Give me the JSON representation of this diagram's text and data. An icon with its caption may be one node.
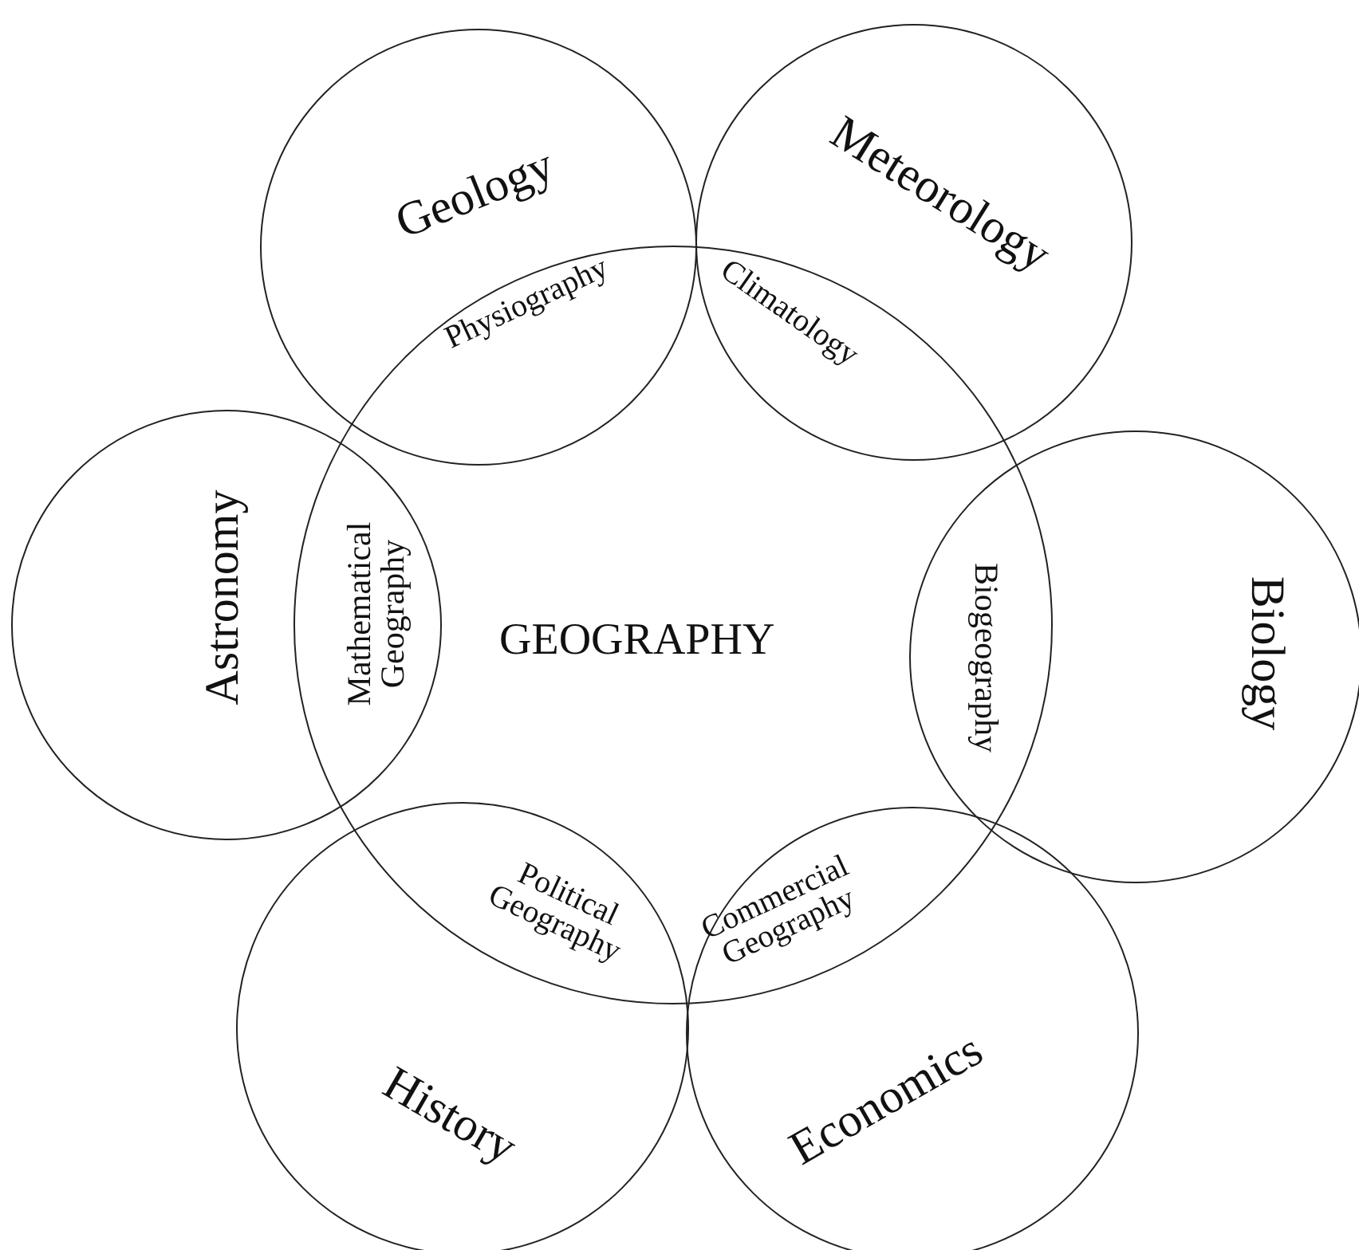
{
  "diagram": {
    "nodes": [
      {
        "text": [
          "Geology"
        ]
      },
      {
        "text": [
          "Meteorology"
        ]
      },
      {
        "text": [
          "Astronomy"
        ]
      },
      {
        "text": [
          "GEOGRAPHY"
        ]
      },
      {
        "text": [
          "Biology"
        ]
      },
      {
        "text": [
          "History"
        ]
      },
      {
        "text": [
          "Economics"
        ]
      }
    ],
    "labels": [
      "Physiography",
      "Climatology",
      "Mathematical Geography",
      "Biogeography",
      "Political Geography",
      "Commercial Geography"
    ]
  }
}
